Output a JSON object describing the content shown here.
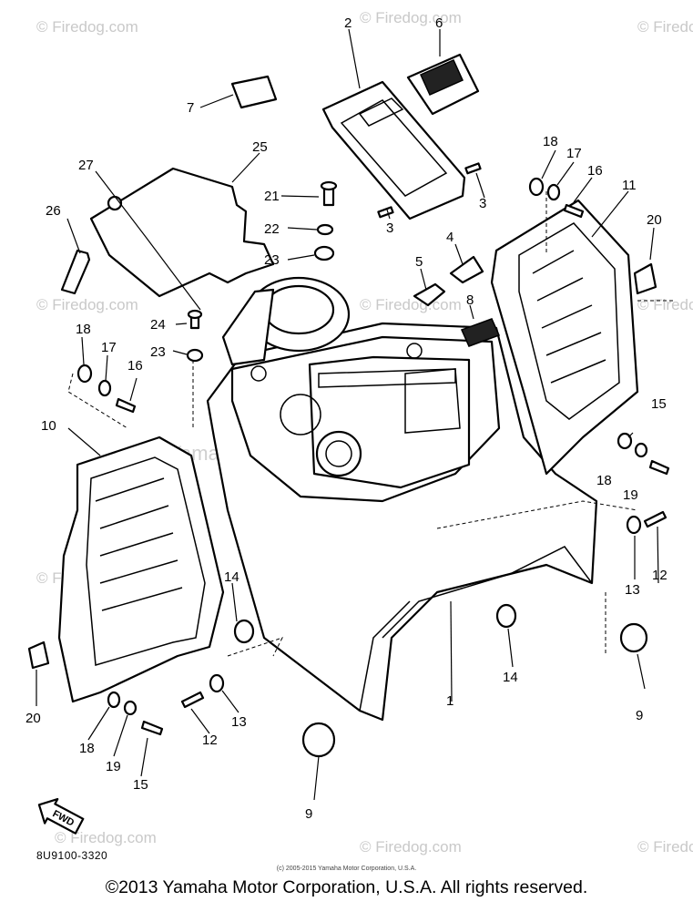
{
  "watermarks": {
    "corner": "© Firedog.com",
    "center": "Yamaha Motor Corp., U.S.A."
  },
  "part_labels": [
    "1",
    "2",
    "3",
    "3",
    "4",
    "5",
    "6",
    "7",
    "8",
    "9",
    "9",
    "10",
    "11",
    "12",
    "12",
    "13",
    "13",
    "14",
    "14",
    "15",
    "15",
    "16",
    "16",
    "17",
    "17",
    "18",
    "18",
    "18",
    "19",
    "19",
    "20",
    "20",
    "21",
    "22",
    "23",
    "23",
    "24",
    "25",
    "26",
    "27"
  ],
  "fwd_marker": "FWD",
  "diagram_code": "8U9100-3320",
  "small_copyright": "(c) 2005-2015 Yamaha Motor Corporation, U.S.A.",
  "copyright": "©2013 Yamaha Motor Corporation, U.S.A. All rights reserved."
}
